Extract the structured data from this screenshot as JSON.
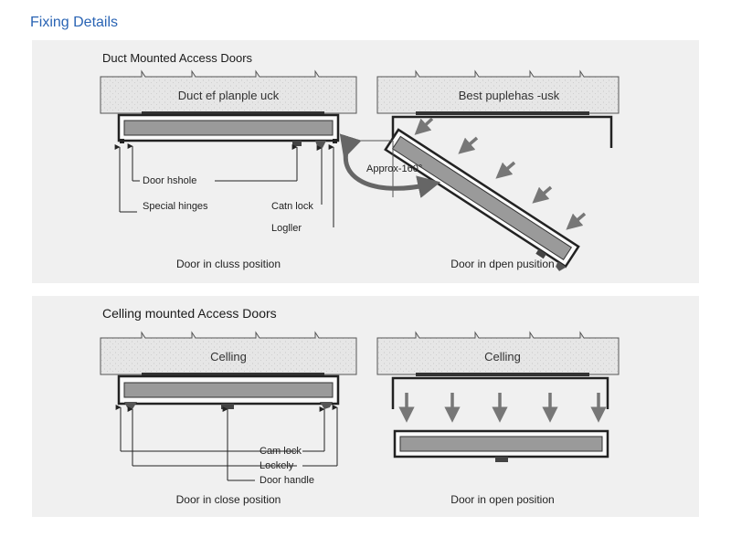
{
  "page": {
    "title": "Fixing Details"
  },
  "duct_section": {
    "title": "Duct Mounted Access Doors",
    "left_slab_label": "Duct ef planple uck",
    "right_slab_label": "Best puplehas -usk",
    "angle_label": "Approx-160°",
    "callouts": {
      "door_hshole": "Door hshole",
      "special_hinges": "Special hinges",
      "catn_lock": "Catn lock",
      "logller": "Logller"
    },
    "closed_caption": "Door in cluss position",
    "open_caption": "Door in dpen pusition"
  },
  "ceiling_section": {
    "title": "Celling mounted Access Doors",
    "left_slab_label": "Celling",
    "right_slab_label": "Celling",
    "callouts": {
      "cam_lock": "Cam lock",
      "lockely": "Lockely",
      "door_handle": "Door handle"
    },
    "closed_caption": "Door in close position",
    "open_caption": "Door in open position"
  }
}
